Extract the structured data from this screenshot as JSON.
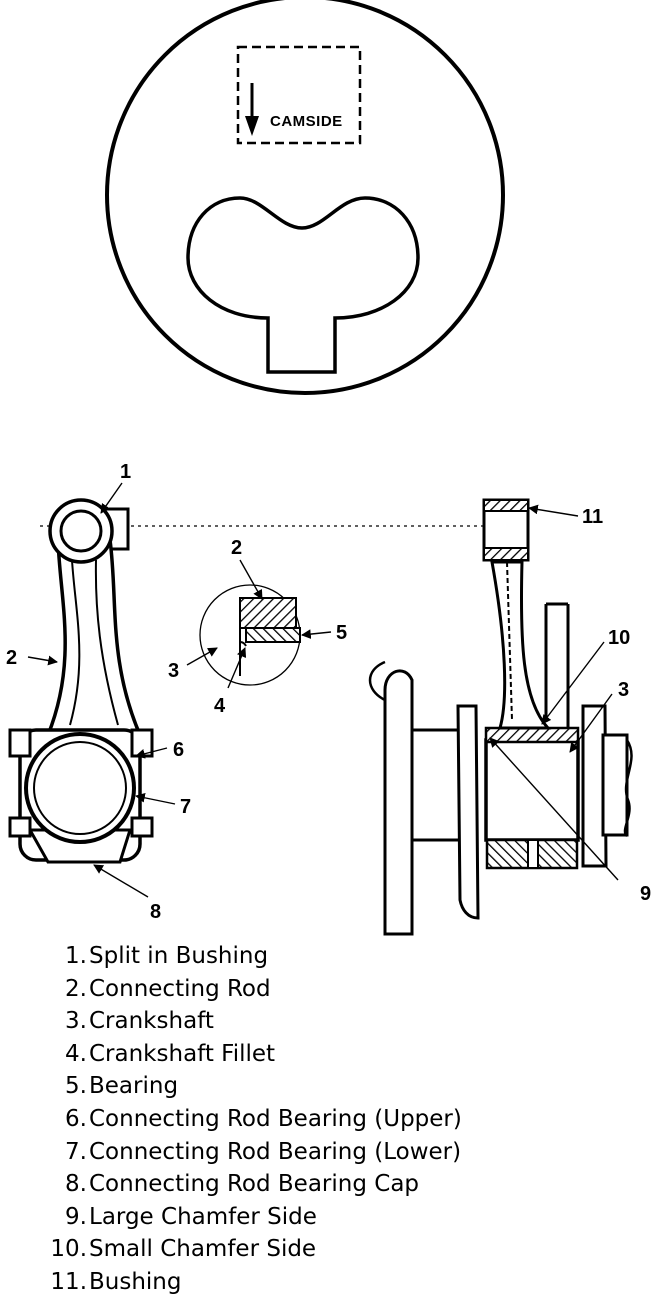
{
  "piston_top": {
    "direction_label": "CAMSIDE"
  },
  "callouts": {
    "c1": "1",
    "c2_rod": "2",
    "c2_detail": "2",
    "c3_detail": "3",
    "c3_crank": "3",
    "c4": "4",
    "c5": "5",
    "c6": "6",
    "c7": "7",
    "c8": "8",
    "c9": "9",
    "c10": "10",
    "c11": "11"
  },
  "legend": [
    {
      "num": "1.",
      "text": "Split in Bushing"
    },
    {
      "num": "2.",
      "text": "Connecting Rod"
    },
    {
      "num": "3.",
      "text": "Crankshaft"
    },
    {
      "num": "4.",
      "text": "Crankshaft Fillet"
    },
    {
      "num": "5.",
      "text": "Bearing"
    },
    {
      "num": "6.",
      "text": "Connecting Rod Bearing (Upper)"
    },
    {
      "num": "7.",
      "text": "Connecting Rod Bearing (Lower)"
    },
    {
      "num": "8.",
      "text": "Connecting Rod Bearing Cap"
    },
    {
      "num": "9.",
      "text": "Large Chamfer Side"
    },
    {
      "num": "10.",
      "text": "Small Chamfer Side"
    },
    {
      "num": "11.",
      "text": "Bushing"
    }
  ]
}
